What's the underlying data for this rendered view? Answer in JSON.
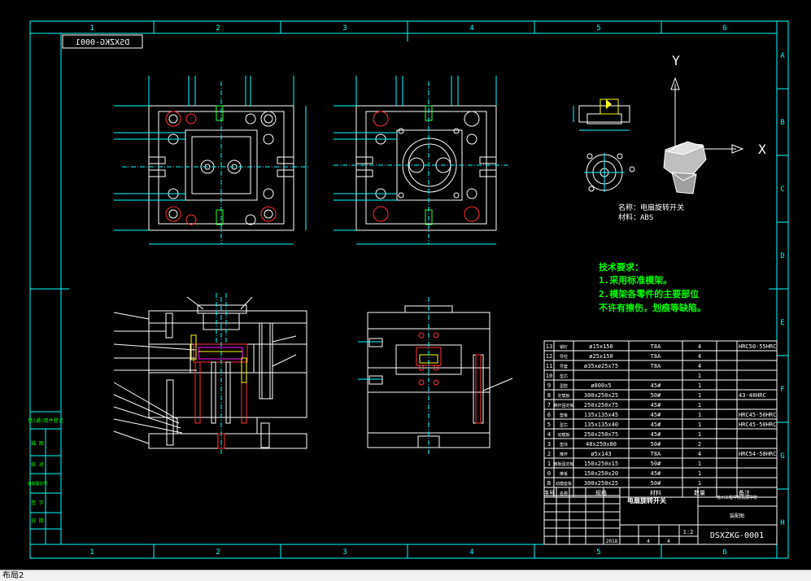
{
  "frame": {
    "col_labels": [
      "1",
      "2",
      "3",
      "4",
      "5",
      "6"
    ],
    "row_labels": [
      "A",
      "B",
      "C",
      "D",
      "E",
      "F",
      "G",
      "H"
    ]
  },
  "drawing_id_mirrored": "DSXZKG-0001",
  "part_info": {
    "name": "名称：电扇旋转开关",
    "material": "材料：ABS"
  },
  "axes": {
    "y": "Y",
    "x": "X"
  },
  "tech_requirements": {
    "title": "技术要求：",
    "items": [
      "1.采用标准模架。",
      "2.模架各零件的主要部位",
      "不许有擦伤，划痕等缺陷。"
    ]
  },
  "bom": [
    {
      "no": "13",
      "name": "销钉",
      "spec": "ø15x150",
      "mat": "T8A",
      "qty": "4",
      "note": "HRC50-55HRC"
    },
    {
      "no": "12",
      "name": "导柱",
      "spec": "ø25x150",
      "mat": "T8A",
      "qty": "4",
      "note": ""
    },
    {
      "no": "11",
      "name": "导套",
      "spec": "ø35xø25x75",
      "mat": "T8A",
      "qty": "4",
      "note": ""
    },
    {
      "no": "10",
      "name": "型芯",
      "spec": "",
      "mat": "",
      "qty": "1",
      "note": ""
    },
    {
      "no": "9",
      "name": "型腔",
      "spec": "ø800x5",
      "mat": "45#",
      "qty": "1",
      "note": ""
    },
    {
      "no": "8",
      "name": "定模板",
      "spec": "300x250x25",
      "mat": "50#",
      "qty": "1",
      "note": "43-48HRC"
    },
    {
      "no": "7",
      "name": "推杆固定板",
      "spec": "250x250x75",
      "mat": "45#",
      "qty": "1",
      "note": ""
    },
    {
      "no": "6",
      "name": "垫板",
      "spec": "135x135x45",
      "mat": "45#",
      "qty": "1",
      "note": "HRC45-50HRC"
    },
    {
      "no": "5",
      "name": "型芯",
      "spec": "135x135x40",
      "mat": "45#",
      "qty": "1",
      "note": "HRC45-50HRC"
    },
    {
      "no": "4",
      "name": "动模板",
      "spec": "250x250x75",
      "mat": "45#",
      "qty": "1",
      "note": ""
    },
    {
      "no": "3",
      "name": "垫块",
      "spec": "48x250x80",
      "mat": "50#",
      "qty": "2",
      "note": ""
    },
    {
      "no": "2",
      "name": "推杆",
      "spec": "ø5x143",
      "mat": "T8A",
      "qty": "4",
      "note": "HRC54-58HRC"
    },
    {
      "no": "1",
      "name": "推板固定板",
      "spec": "150x250x15",
      "mat": "50#",
      "qty": "1",
      "note": ""
    },
    {
      "no": "0",
      "name": "推板",
      "spec": "150x250x20",
      "mat": "45#",
      "qty": "1",
      "note": ""
    },
    {
      "no": "B",
      "name": "动模座板",
      "spec": "300x250x25",
      "mat": "50#",
      "qty": "1",
      "note": ""
    }
  ],
  "bom_header": {
    "no": "序号",
    "name": "名称",
    "spec": "规格",
    "mat": "材料",
    "qty": "数量",
    "note": "备注"
  },
  "title_block": {
    "product": "电扇旋转开关",
    "school": "徐州工程学院机械学院",
    "drawing_type": "装配图",
    "drawing_no": "DSXZKG-0001",
    "scale": "1:2",
    "year": "2018",
    "sheet_a": "4",
    "sheet_b": "4"
  },
  "left_stamp": [
    "借(通)用件登记",
    "描 图",
    "校 对",
    "旧底图总号",
    "签 字",
    "日 期"
  ],
  "status_bar": {
    "tab": "布局2"
  },
  "colors": {
    "background": "#000000",
    "frame": "#00ffff",
    "green_text": "#00ff00",
    "drawing": "#ffffff",
    "hidden": "#ff3333"
  }
}
